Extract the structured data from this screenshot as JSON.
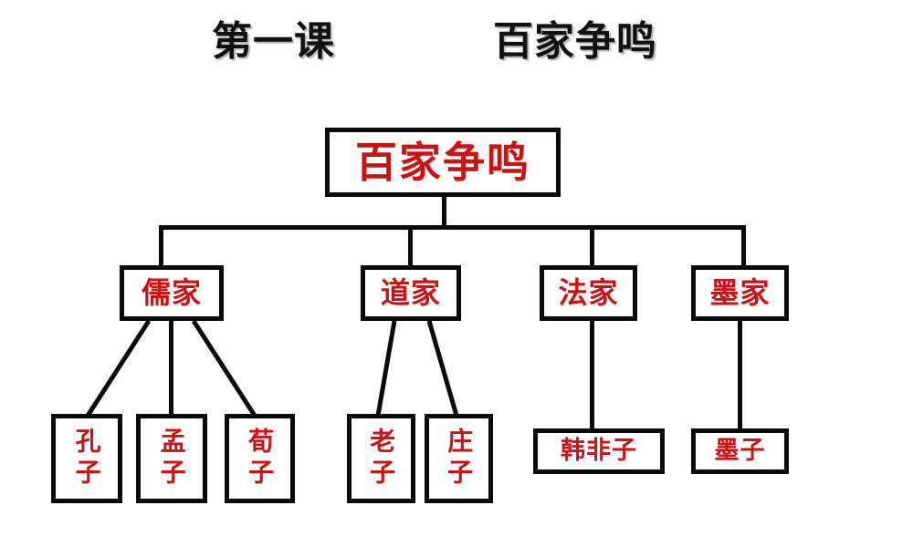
{
  "page": {
    "background_color": "#ffffff",
    "box_border_color": "#0a0a0a",
    "node_text_color": "#cc1212",
    "title_text_color": "#111111"
  },
  "title": {
    "lesson": "第一课",
    "topic": "百家争鸣"
  },
  "chart_data": {
    "type": "diagram",
    "diagram_kind": "tree",
    "title": "百家争鸣",
    "root": {
      "id": "root",
      "label": "百家争鸣",
      "children": [
        {
          "id": "rujia",
          "label": "儒家",
          "children": [
            {
              "id": "kongzi",
              "label": "孔子"
            },
            {
              "id": "mengzi",
              "label": "孟子"
            },
            {
              "id": "xunzi",
              "label": "荀子"
            }
          ]
        },
        {
          "id": "daojia",
          "label": "道家",
          "children": [
            {
              "id": "laozi",
              "label": "老子"
            },
            {
              "id": "zhuangzi",
              "label": "庄子"
            }
          ]
        },
        {
          "id": "fajia",
          "label": "法家",
          "children": [
            {
              "id": "hanfeizi",
              "label": "韩非子"
            }
          ]
        },
        {
          "id": "mojia",
          "label": "墨家",
          "children": [
            {
              "id": "mozi",
              "label": "墨子"
            }
          ]
        }
      ]
    },
    "levels": [
      [
        "百家争鸣"
      ],
      [
        "儒家",
        "道家",
        "法家",
        "墨家"
      ],
      [
        "孔子",
        "孟子",
        "荀子",
        "老子",
        "庄子",
        "韩非子",
        "墨子"
      ]
    ],
    "edges": [
      {
        "from": "百家争鸣",
        "to": "儒家"
      },
      {
        "from": "百家争鸣",
        "to": "道家"
      },
      {
        "from": "百家争鸣",
        "to": "法家"
      },
      {
        "from": "百家争鸣",
        "to": "墨家"
      },
      {
        "from": "儒家",
        "to": "孔子"
      },
      {
        "from": "儒家",
        "to": "孟子"
      },
      {
        "from": "儒家",
        "to": "荀子"
      },
      {
        "from": "道家",
        "to": "老子"
      },
      {
        "from": "道家",
        "to": "庄子"
      },
      {
        "from": "法家",
        "to": "韩非子"
      },
      {
        "from": "墨家",
        "to": "墨子"
      }
    ]
  },
  "nodes": {
    "root": {
      "label": "百家争鸣"
    },
    "rujia": {
      "label": "儒家"
    },
    "daojia": {
      "label": "道家"
    },
    "fajia": {
      "label": "法家"
    },
    "mojia": {
      "label": "墨家"
    },
    "kongzi": {
      "label": "孔子"
    },
    "mengzi": {
      "label": "孟子"
    },
    "xunzi": {
      "label": "荀子"
    },
    "laozi": {
      "label": "老子"
    },
    "zhuangzi": {
      "label": "庄子"
    },
    "hanfeizi": {
      "label": "韩非子"
    },
    "mozi": {
      "label": "墨子"
    }
  }
}
